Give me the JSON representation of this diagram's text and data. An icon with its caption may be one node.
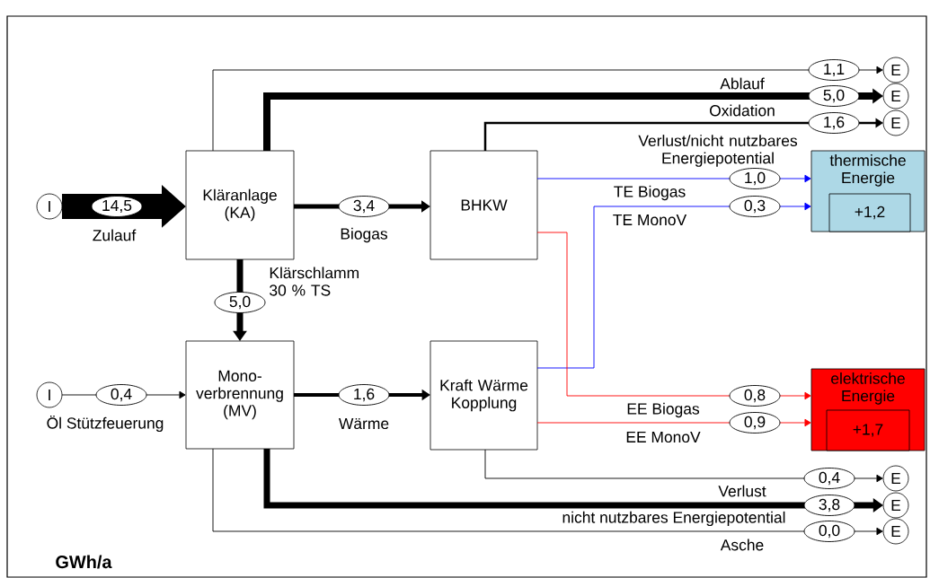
{
  "diagram": {
    "nodes": [
      {
        "text": [
          "I"
        ]
      },
      {
        "text": [
          "Kläranlage (KA)"
        ]
      },
      {
        "text": [
          "BHKW"
        ]
      },
      {
        "text": [
          "E"
        ]
      },
      {
        "text": [
          "E"
        ]
      },
      {
        "text": [
          "E"
        ]
      },
      {
        "text": [
          "thermische Energie"
        ]
      },
      {
        "text": [
          "+1,2"
        ],
        "in": 6
      },
      {
        "text": [
          "I"
        ]
      },
      {
        "text": [
          "Mono- verbrennung (MV)"
        ]
      },
      {
        "text": [
          "Kraft Wärme Kopplung"
        ]
      },
      {
        "text": [
          "elektrische Energie"
        ]
      },
      {
        "text": [
          "+1,7"
        ],
        "in": 11
      },
      {
        "text": [
          "E"
        ]
      },
      {
        "text": [
          "E"
        ]
      },
      {
        "text": [
          "E"
        ]
      }
    ],
    "edges": [
      {
        "from": 0,
        "to": 1,
        "arrow": "to",
        "label": "14,5",
        "style": "thick"
      },
      {
        "from": 1,
        "to": 2,
        "arrow": "to",
        "label": "3,4",
        "style": "thick"
      },
      {
        "from": 1,
        "to": 3,
        "arrow": "to",
        "label": "1,1"
      },
      {
        "from": 1,
        "to": 4,
        "arrow": "to",
        "label": "5,0",
        "style": "thick"
      },
      {
        "from": 2,
        "to": 5,
        "arrow": "to",
        "label": "1,6",
        "style": "thick"
      },
      {
        "from": 1,
        "to": 9,
        "arrow": "to",
        "label": "5,0",
        "style": "thick"
      },
      {
        "from": 2,
        "to": 6,
        "arrow": "to",
        "label": "1,0",
        "color": "#0000ff"
      },
      {
        "from": 10,
        "to": 6,
        "arrow": "to",
        "label": "0,3",
        "color": "#0000ff"
      },
      {
        "from": 2,
        "to": 11,
        "arrow": "to",
        "label": "0,8",
        "color": "#ff0000"
      },
      {
        "from": 10,
        "to": 11,
        "arrow": "to",
        "label": "0,9",
        "color": "#ff0000"
      },
      {
        "from": 8,
        "to": 9,
        "arrow": "to",
        "label": "0,4"
      },
      {
        "from": 9,
        "to": 10,
        "arrow": "to",
        "label": "1,6",
        "style": "thick"
      },
      {
        "from": 10,
        "to": 13,
        "arrow": "to",
        "label": "0,4"
      },
      {
        "from": 9,
        "to": 14,
        "arrow": "to",
        "label": "3,8",
        "style": "thick"
      },
      {
        "from": 9,
        "to": 15,
        "arrow": "to",
        "label": "0,0"
      }
    ],
    "labels": [
      "Ablauf",
      "Oxidation",
      "Verlust/nicht nutzbares Energiepotential",
      "TE Biogas",
      "Zulauf",
      "Biogas",
      "TE MonoV",
      "Klärschlamm 30 % TS",
      "Öl Stützfeuerung",
      "Wärme",
      "EE Biogas",
      "EE MonoV",
      "Verlust",
      "nicht nutzbares Energiepotential",
      "Asche",
      "GWh/a"
    ]
  }
}
